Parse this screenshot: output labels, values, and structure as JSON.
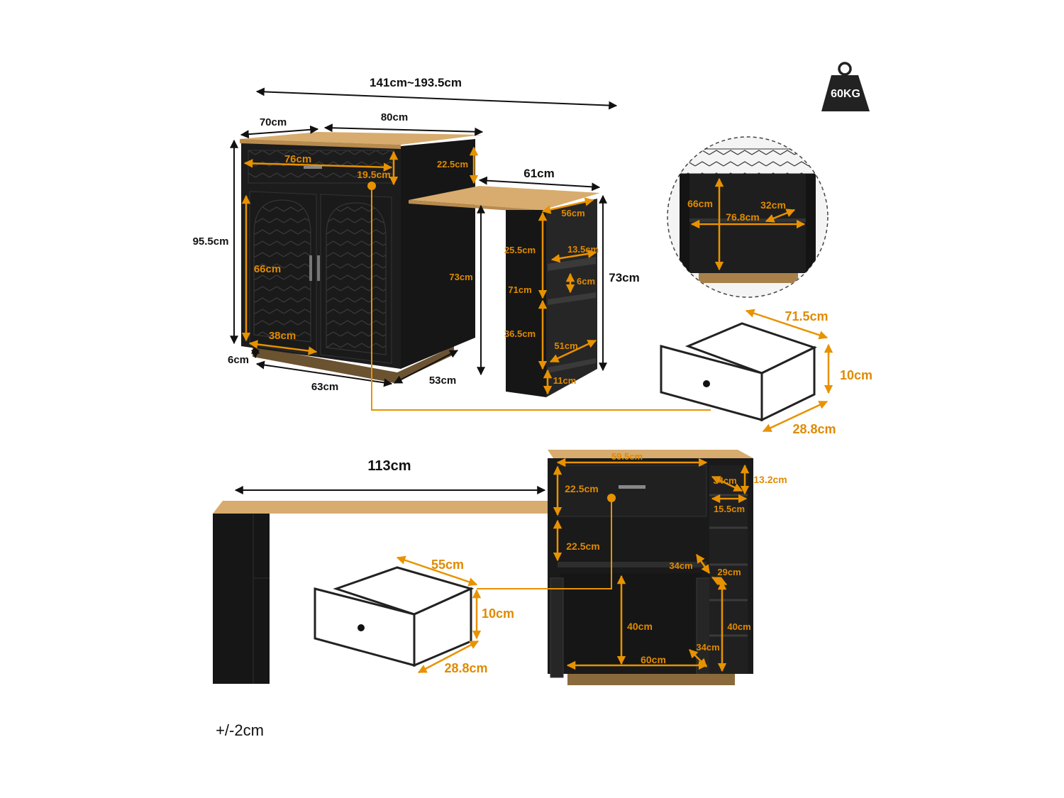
{
  "weight_badge": "60KG",
  "tolerance": "+/-2cm",
  "colors": {
    "accent": "#e89200",
    "cabinet": "#161616",
    "wood": "#d7ac6e"
  },
  "top_view": {
    "total_length": "141cm~193.5cm",
    "depth": "70cm",
    "width": "80cm",
    "height": "95.5cm",
    "drawer_width": "76cm",
    "drawer_height": "19.5cm",
    "side_upper": "22.5cm",
    "door_height": "66cm",
    "door_width": "38cm",
    "base_height": "6cm",
    "base_width": "63cm",
    "base_depth": "53cm",
    "side_height": "73cm",
    "ext_length": "61cm",
    "ext_depth": "56cm",
    "ext_upper": "25.5cm",
    "ext_shelf_w": "13.5cm",
    "ext_inner": "71cm",
    "ext_shelf_h": "6cm",
    "ext_lower": "36.5cm",
    "ext_lower_w": "51cm",
    "ext_base": "11cm",
    "ext_height": "73cm"
  },
  "inside_view": {
    "height": "66cm",
    "width": "76.8cm",
    "shelf_depth": "32cm"
  },
  "drawer_right": {
    "length": "71.5cm",
    "height": "10cm",
    "depth": "28.8cm"
  },
  "bottom_view": {
    "table_length": "113cm",
    "cab_width": "59.5cm",
    "drawer_h": "22.5cm",
    "open_h": "22.5cm",
    "side_rack_w": "34cm",
    "side_rack_h": "13.2cm",
    "side_rack_d": "15.5cm",
    "shelf_depth": "34cm",
    "side_inner": "29cm",
    "door_h": "40cm",
    "side_lower": "40cm",
    "bottom_w": "60cm",
    "bottom_d": "34cm"
  },
  "drawer_left": {
    "length": "55cm",
    "height": "10cm",
    "depth": "28.8cm"
  }
}
